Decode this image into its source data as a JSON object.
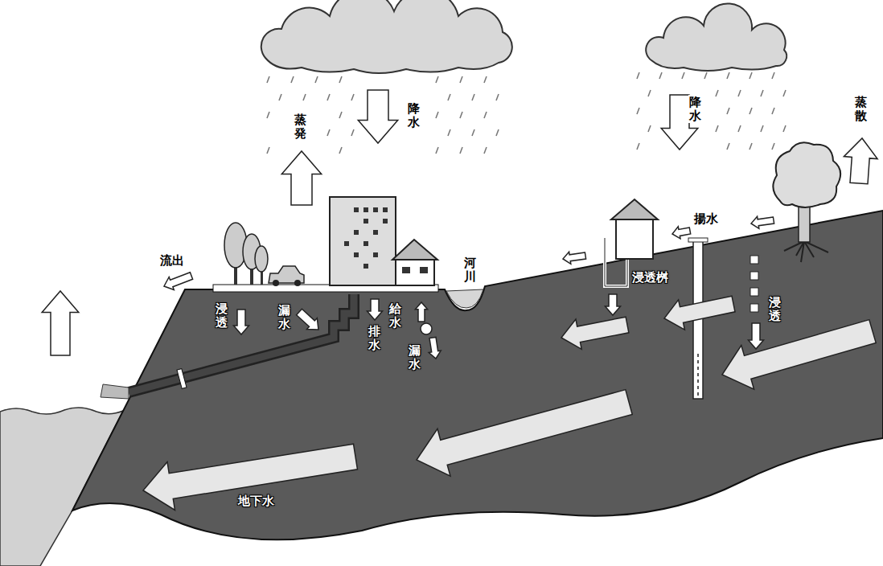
{
  "diagram": {
    "labels": [
      "蒸発",
      "降水",
      "降水",
      "蒸散",
      "揚水",
      "流出",
      "河川",
      "浸透桝",
      "浸透",
      "浸透",
      "漏水",
      "排水",
      "給水",
      "漏水",
      "地下水"
    ]
  }
}
